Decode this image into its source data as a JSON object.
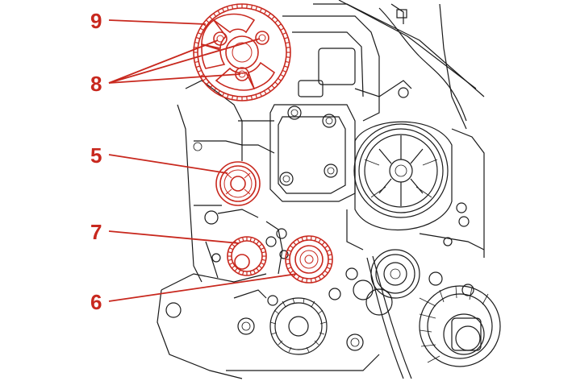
{
  "diagram": {
    "highlight_color": "#c8281e",
    "line_color": "#1a1a1a",
    "callouts": [
      {
        "id": "9",
        "label": "9"
      },
      {
        "id": "8",
        "label": "8"
      },
      {
        "id": "5",
        "label": "5"
      },
      {
        "id": "7",
        "label": "7"
      },
      {
        "id": "6",
        "label": "6"
      }
    ]
  }
}
